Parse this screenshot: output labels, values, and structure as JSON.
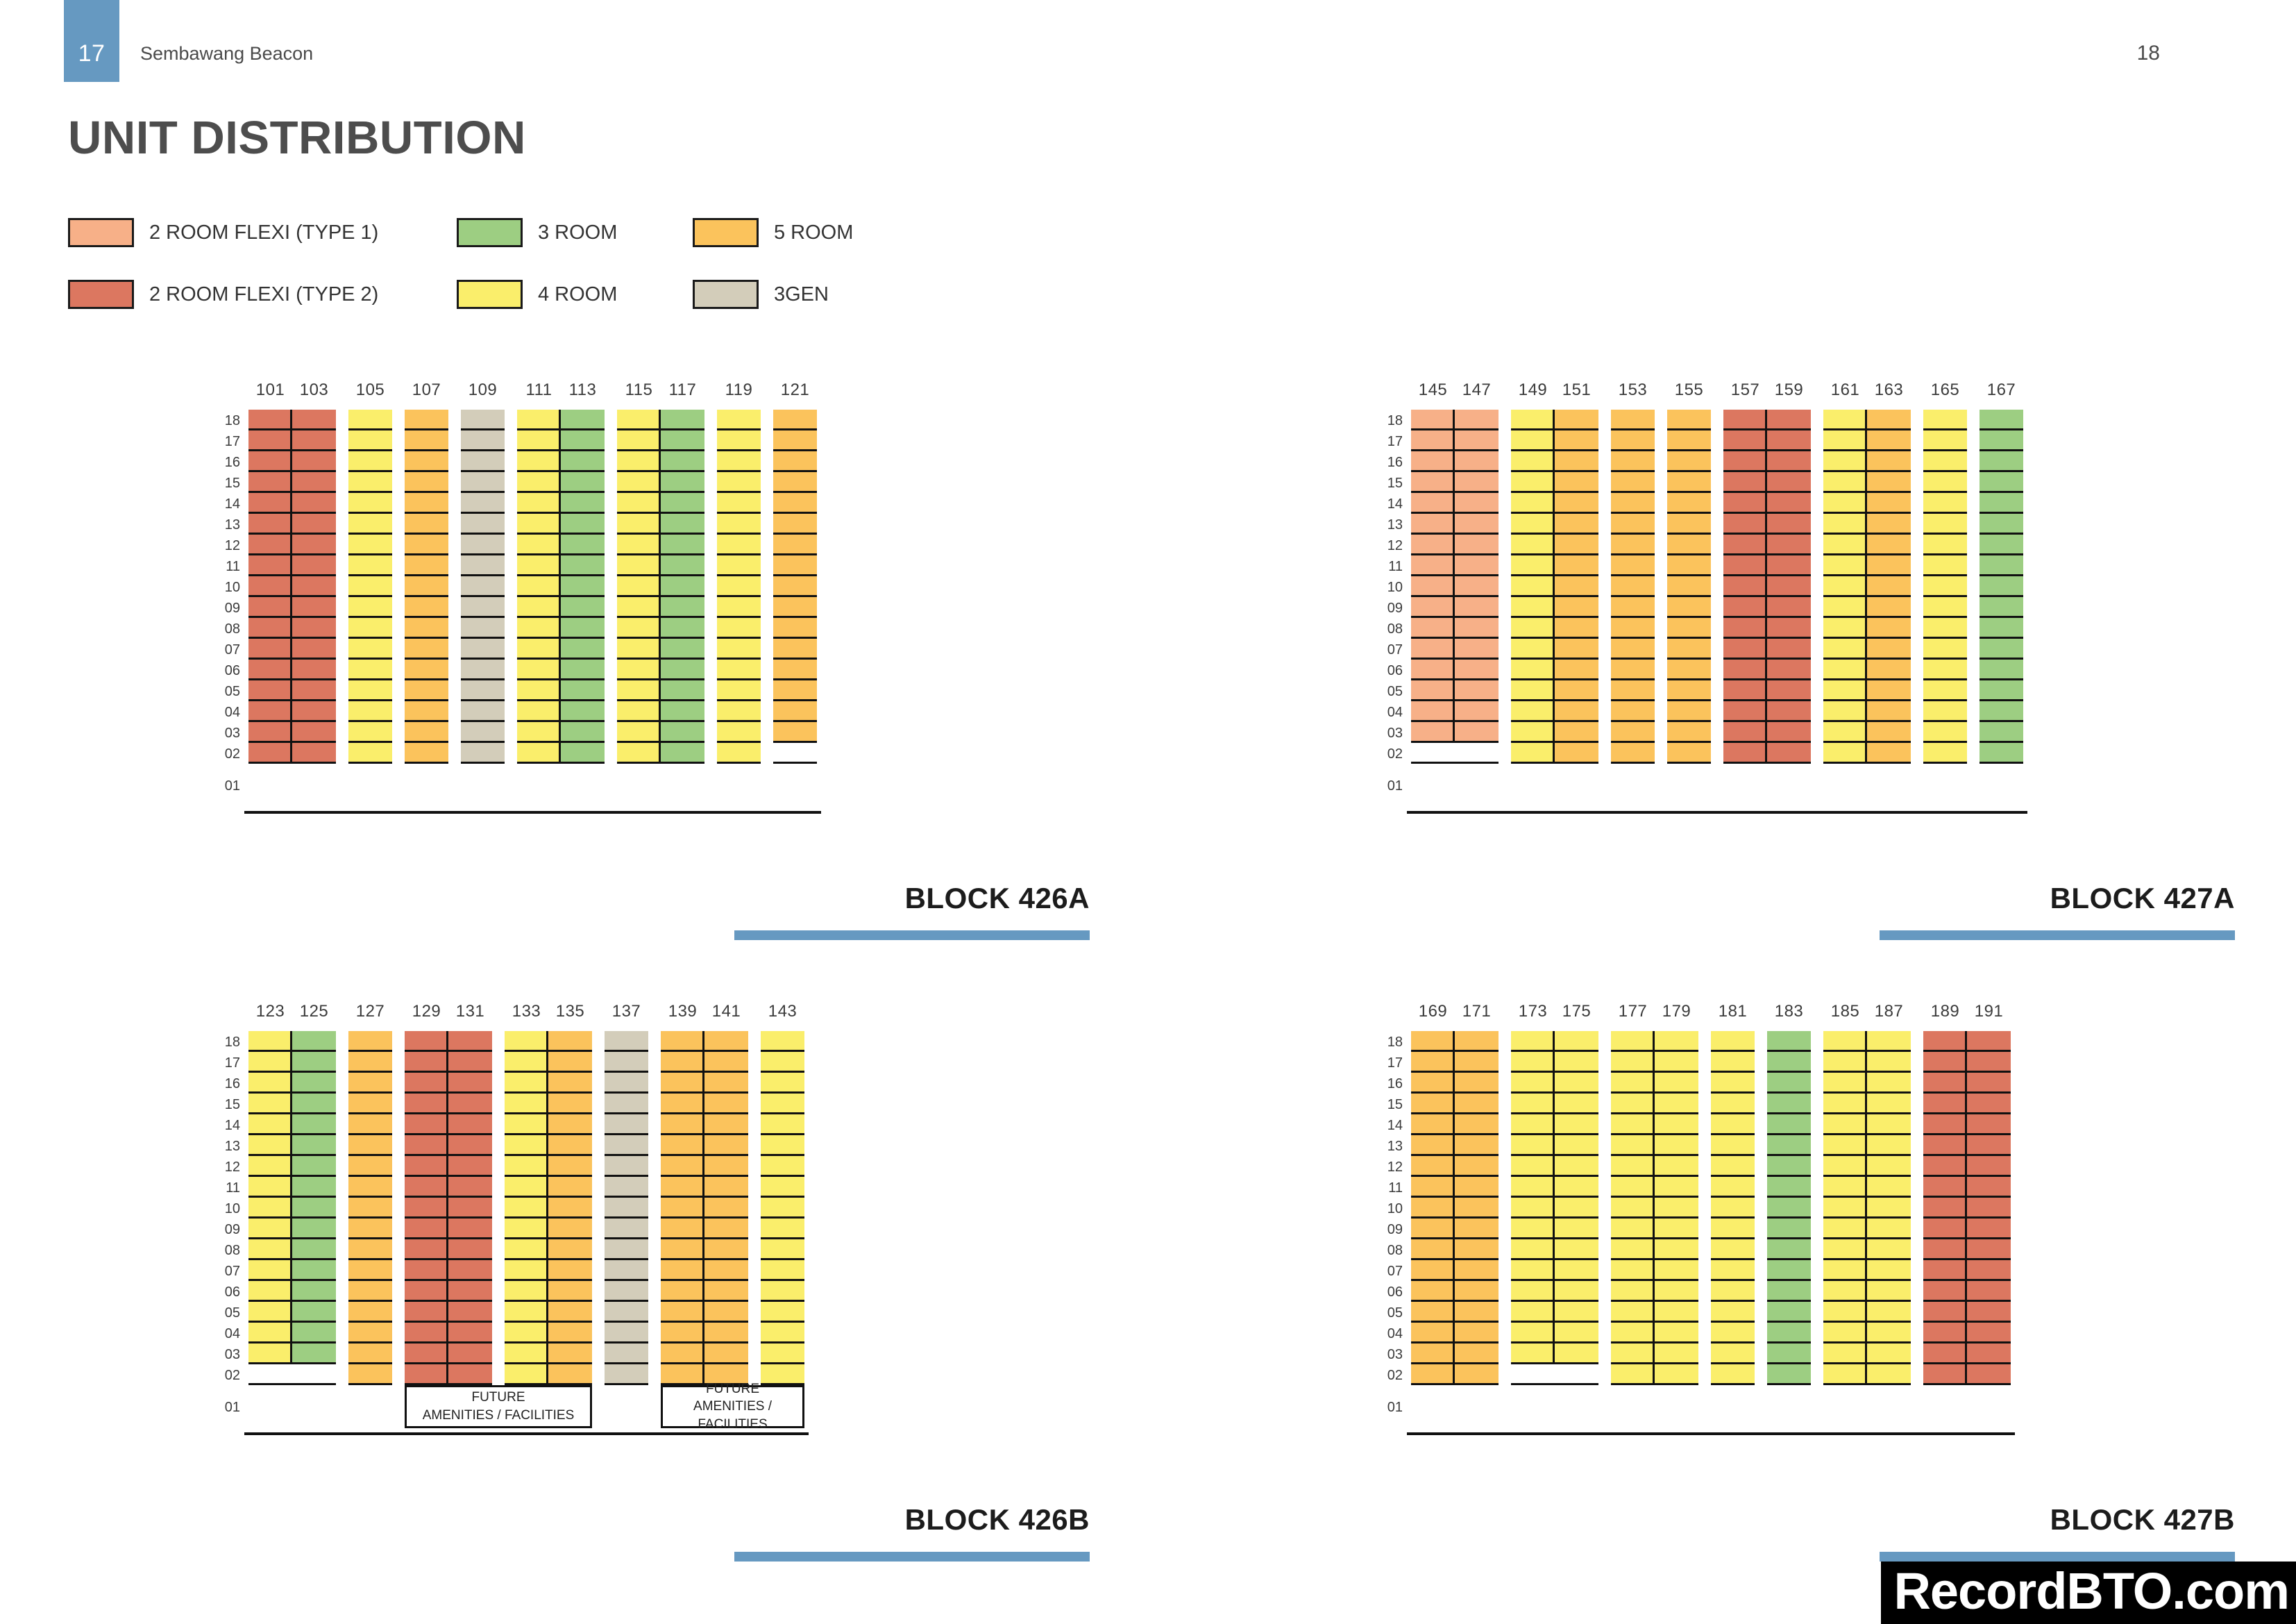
{
  "header": {
    "page_tab_number": "17",
    "project_name": "Sembawang Beacon",
    "page_number_right": "18",
    "title": "UNIT DISTRIBUTION"
  },
  "legend": {
    "rows": [
      [
        {
          "label": "2 ROOM FLEXI (TYPE 1)",
          "color": "#F7B088"
        },
        {
          "label": "3 ROOM",
          "color": "#9DCE82"
        },
        {
          "label": "5 ROOM",
          "color": "#FBC35C"
        }
      ],
      [
        {
          "label": "2 ROOM FLEXI (TYPE 2)",
          "color": "#DC7760"
        },
        {
          "label": "4 ROOM",
          "color": "#FAEE6B"
        },
        {
          "label": "3GEN",
          "color": "#D3CDBA"
        }
      ]
    ]
  },
  "levels": [
    "18",
    "17",
    "16",
    "15",
    "14",
    "13",
    "12",
    "11",
    "10",
    "09",
    "08",
    "07",
    "06",
    "05",
    "04",
    "03",
    "02",
    "01"
  ],
  "amenity_label_line1": "FUTURE",
  "amenity_label_line2": "AMENITIES / FACILITIES",
  "accent_color": "#6699c1",
  "blocks": [
    {
      "id": "426A",
      "title": "BLOCK 426A",
      "stacks": [
        {
          "units": [
            "101",
            "103"
          ],
          "colors": [
            "#DC7760",
            "#DC7760"
          ],
          "empty_levels": [
            "01"
          ]
        },
        {
          "units": [
            "105"
          ],
          "colors": [
            "#FAEE6B"
          ],
          "empty_levels": [
            "01"
          ]
        },
        {
          "units": [
            "107"
          ],
          "colors": [
            "#FBC35C"
          ],
          "empty_levels": [
            "01"
          ]
        },
        {
          "units": [
            "109"
          ],
          "colors": [
            "#D3CDBA"
          ],
          "empty_levels": [
            "01"
          ]
        },
        {
          "units": [
            "111",
            "113"
          ],
          "colors": [
            "#FAEE6B",
            "#9DCE82"
          ],
          "empty_levels": [
            "01"
          ]
        },
        {
          "units": [
            "115",
            "117"
          ],
          "colors": [
            "#FAEE6B",
            "#9DCE82"
          ],
          "empty_levels": [
            "01"
          ]
        },
        {
          "units": [
            "119"
          ],
          "colors": [
            "#FAEE6B"
          ],
          "empty_levels": [
            "01"
          ]
        },
        {
          "units": [
            "121"
          ],
          "colors": [
            "#FBC35C"
          ],
          "empty_levels": [
            "02",
            "01"
          ]
        }
      ],
      "amenities": []
    },
    {
      "id": "427A",
      "title": "BLOCK 427A",
      "stacks": [
        {
          "units": [
            "145",
            "147"
          ],
          "colors": [
            "#F7B088",
            "#F7B088"
          ],
          "empty_levels": [
            "02",
            "01"
          ]
        },
        {
          "units": [
            "149",
            "151"
          ],
          "colors": [
            "#FAEE6B",
            "#FBC35C"
          ],
          "empty_levels": [
            "01"
          ]
        },
        {
          "units": [
            "153"
          ],
          "colors": [
            "#FBC35C"
          ],
          "empty_levels": [
            "01"
          ]
        },
        {
          "units": [
            "155"
          ],
          "colors": [
            "#FBC35C"
          ],
          "empty_levels": [
            "01"
          ]
        },
        {
          "units": [
            "157",
            "159"
          ],
          "colors": [
            "#DC7760",
            "#DC7760"
          ],
          "empty_levels": [
            "01"
          ]
        },
        {
          "units": [
            "161",
            "163"
          ],
          "colors": [
            "#FAEE6B",
            "#FBC35C"
          ],
          "empty_levels": [
            "01"
          ]
        },
        {
          "units": [
            "165"
          ],
          "colors": [
            "#FAEE6B"
          ],
          "empty_levels": [
            "01"
          ]
        },
        {
          "units": [
            "167"
          ],
          "colors": [
            "#9DCE82"
          ],
          "empty_levels": [
            "01"
          ]
        }
      ],
      "amenities": []
    },
    {
      "id": "426B",
      "title": "BLOCK 426B",
      "stacks": [
        {
          "units": [
            "123",
            "125"
          ],
          "colors": [
            "#FAEE6B",
            "#9DCE82"
          ],
          "empty_levels": [
            "02",
            "01"
          ]
        },
        {
          "units": [
            "127"
          ],
          "colors": [
            "#FBC35C"
          ],
          "empty_levels": [
            "01"
          ]
        },
        {
          "units": [
            "129",
            "131"
          ],
          "colors": [
            "#DC7760",
            "#DC7760"
          ],
          "empty_levels": [
            "01"
          ]
        },
        {
          "units": [
            "133",
            "135"
          ],
          "colors": [
            "#FAEE6B",
            "#FBC35C"
          ],
          "empty_levels": [
            "01"
          ]
        },
        {
          "units": [
            "137"
          ],
          "colors": [
            "#D3CDBA"
          ],
          "empty_levels": [
            "01"
          ]
        },
        {
          "units": [
            "139",
            "141"
          ],
          "colors": [
            "#FBC35C",
            "#FBC35C"
          ],
          "empty_levels": [
            "01"
          ]
        },
        {
          "units": [
            "143"
          ],
          "colors": [
            "#FAEE6B"
          ],
          "empty_levels": [
            "01"
          ]
        }
      ],
      "amenities": [
        {
          "from_stack": 2,
          "to_stack": 3
        },
        {
          "from_stack": 5,
          "to_stack": 6
        }
      ]
    },
    {
      "id": "427B",
      "title": "BLOCK 427B",
      "stacks": [
        {
          "units": [
            "169",
            "171"
          ],
          "colors": [
            "#FBC35C",
            "#FBC35C"
          ],
          "empty_levels": [
            "01"
          ]
        },
        {
          "units": [
            "173",
            "175"
          ],
          "colors": [
            "#FAEE6B",
            "#FAEE6B"
          ],
          "empty_levels": [
            "02",
            "01"
          ]
        },
        {
          "units": [
            "177",
            "179"
          ],
          "colors": [
            "#FAEE6B",
            "#FAEE6B"
          ],
          "empty_levels": [
            "01"
          ]
        },
        {
          "units": [
            "181"
          ],
          "colors": [
            "#FAEE6B"
          ],
          "empty_levels": [
            "01"
          ]
        },
        {
          "units": [
            "183"
          ],
          "colors": [
            "#9DCE82"
          ],
          "empty_levels": [
            "01"
          ]
        },
        {
          "units": [
            "185",
            "187"
          ],
          "colors": [
            "#FAEE6B",
            "#FAEE6B"
          ],
          "empty_levels": [
            "01"
          ]
        },
        {
          "units": [
            "189",
            "191"
          ],
          "colors": [
            "#DC7760",
            "#DC7760"
          ],
          "empty_levels": [
            "01"
          ]
        }
      ],
      "amenities": []
    }
  ],
  "watermark": {
    "text": "RecordBTO.com"
  }
}
